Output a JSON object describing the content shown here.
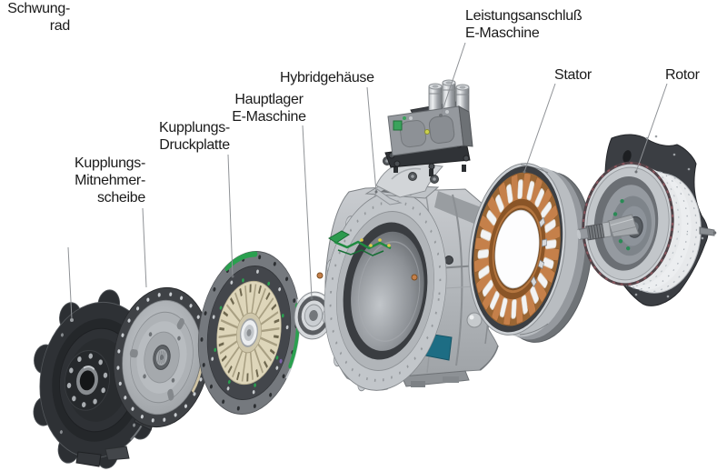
{
  "diagram": {
    "labels": {
      "schwungrad": "Schwung-\nrad",
      "kupplungs_mitnehmerscheibe": "Kupplungs-\nMitnehmer-\nscheibe",
      "kupplungs_druckplatte": "Kupplungs-\nDruckplatte",
      "hauptlager_e_maschine": "Hauptlager\nE-Maschine",
      "hybridgehaeuse": "Hybridgehäuse",
      "leistungsanschluss_e_maschine": "Leistungsanschluß\nE-Maschine",
      "stator": "Stator",
      "rotor": "Rotor"
    },
    "colors": {
      "background": "#ffffff",
      "label_text": "#1a1a1a",
      "leader_line": "#8f9296",
      "copper_winding": "#c5804a",
      "green_accent": "#2aa04f",
      "teal_accent": "#1d6d84",
      "clutch_spring_cream": "#ded6ba",
      "housing_grey": "#b4b8bc",
      "dark_metal": "#313438"
    }
  }
}
